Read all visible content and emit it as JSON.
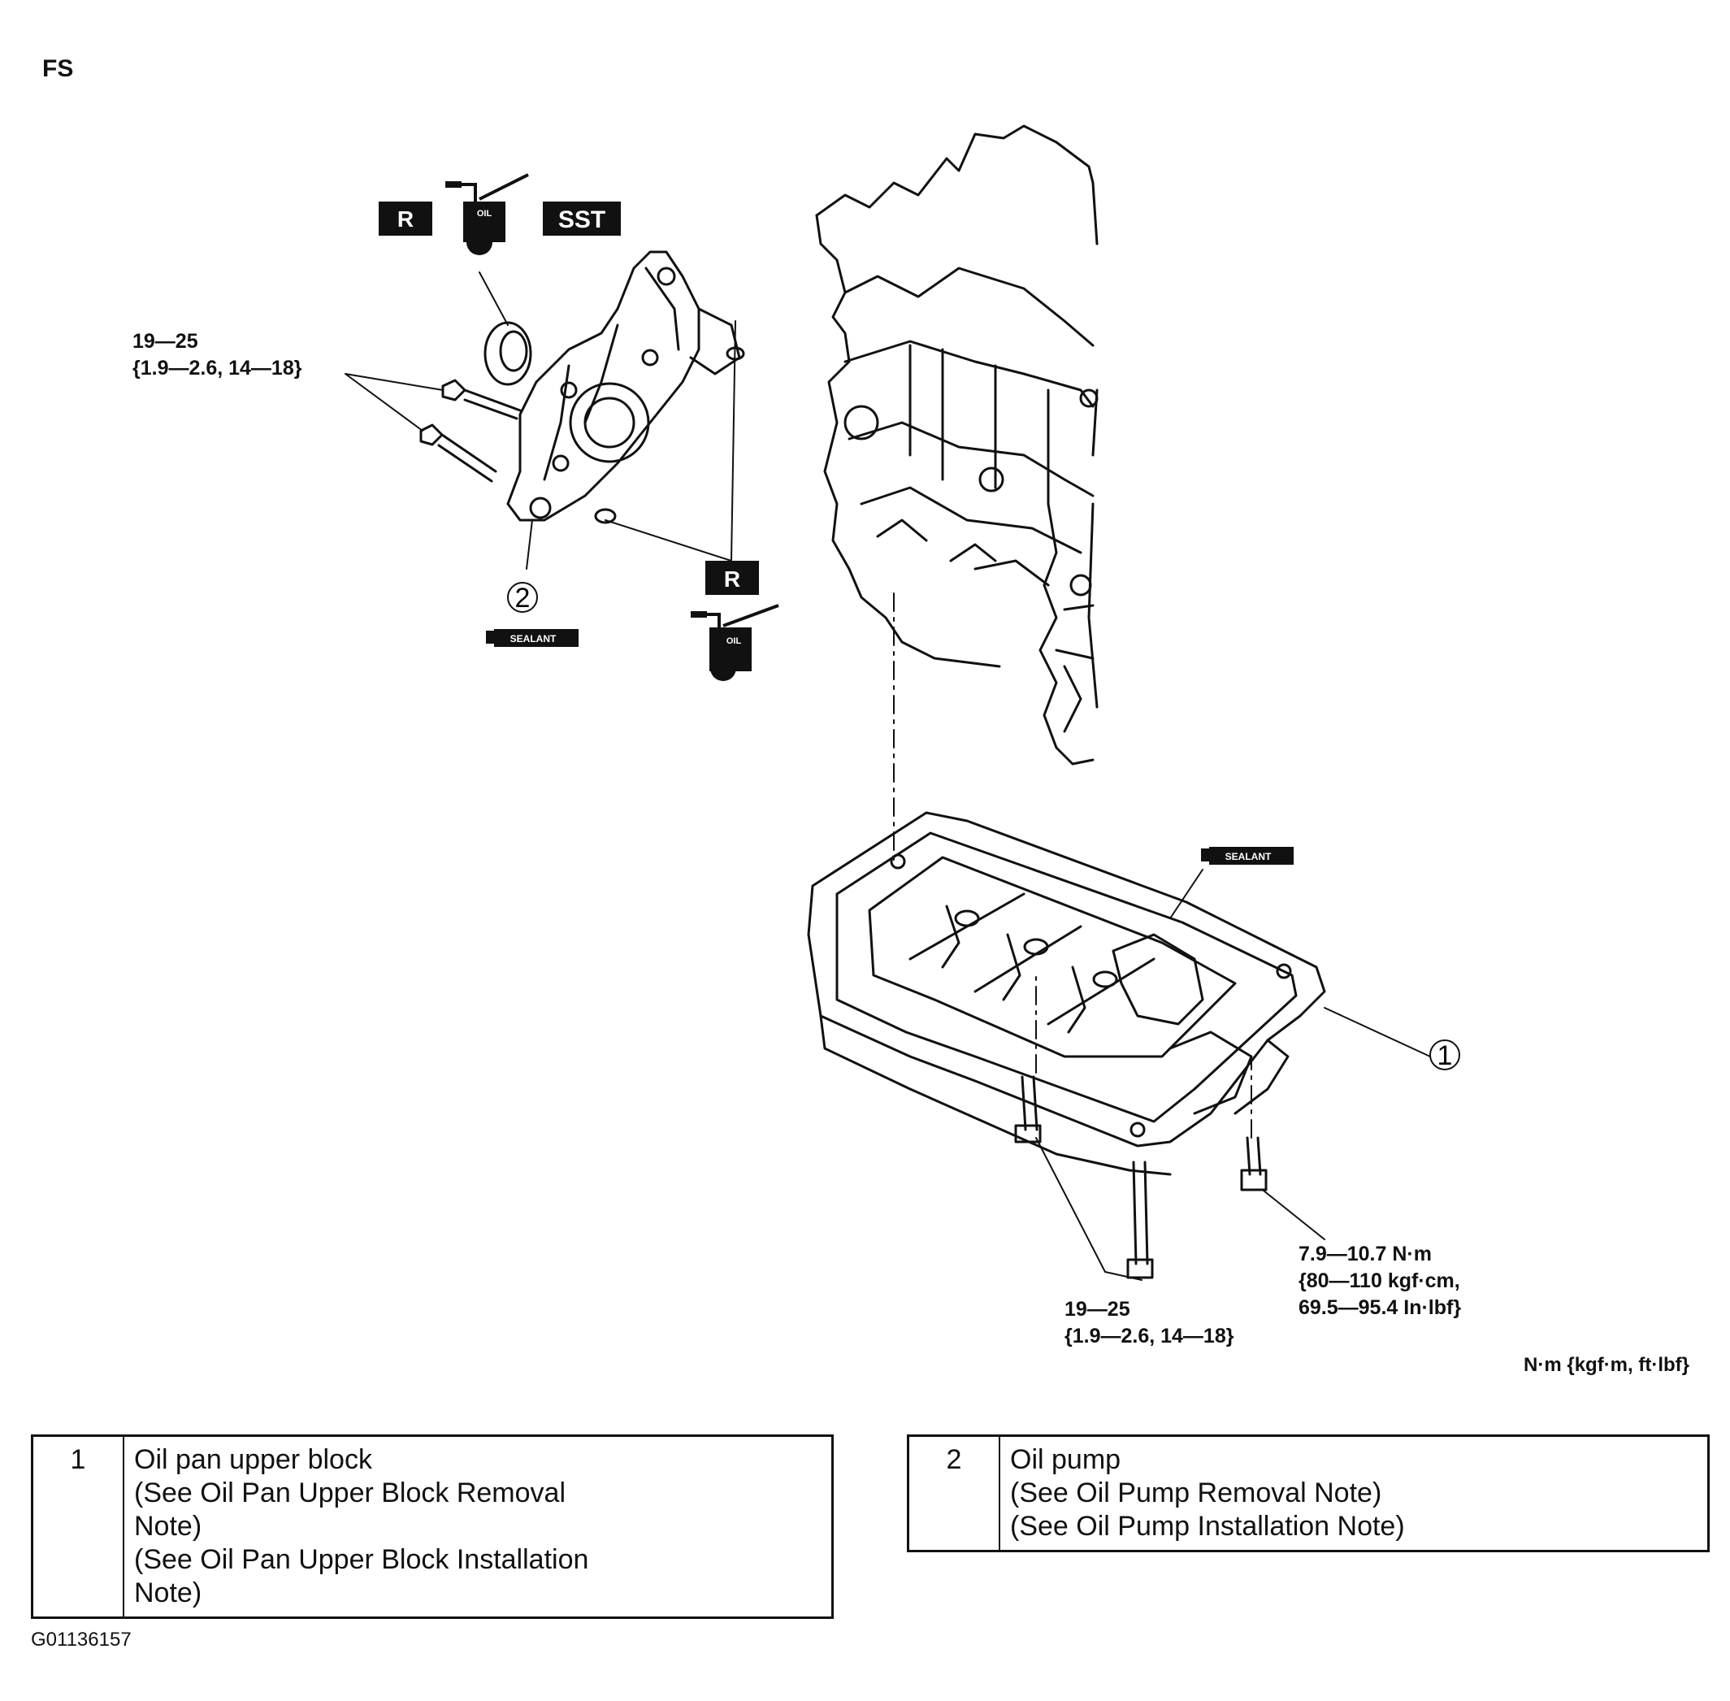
{
  "engine_code": "FS",
  "badges": {
    "replace": "R",
    "oil": "OIL",
    "sst": "SST",
    "sealant": "SEALANT"
  },
  "callouts": [
    "1",
    "2"
  ],
  "torque_specs": {
    "pump_bolts": "19—25\n{1.9—2.6, 14—18}",
    "pan_long_bolts": "19—25\n{1.9—2.6, 14—18}",
    "pan_small_bolt": "7.9—10.7 N·m\n{80—110 kgf·cm,\n69.5—95.4 In·lbf}"
  },
  "units_note": "N·m {kgf·m, ft·lbf}",
  "legend": [
    {
      "number": "1",
      "lines": [
        "Oil pan upper block",
        "(See Oil Pan Upper Block Removal",
        "Note)",
        "(See Oil Pan Upper Block Installation",
        "Note)"
      ]
    },
    {
      "number": "2",
      "lines": [
        "Oil pump",
        "(See Oil Pump Removal Note)",
        "(See Oil Pump Installation Note)"
      ]
    }
  ],
  "figure_id": "G01136157"
}
